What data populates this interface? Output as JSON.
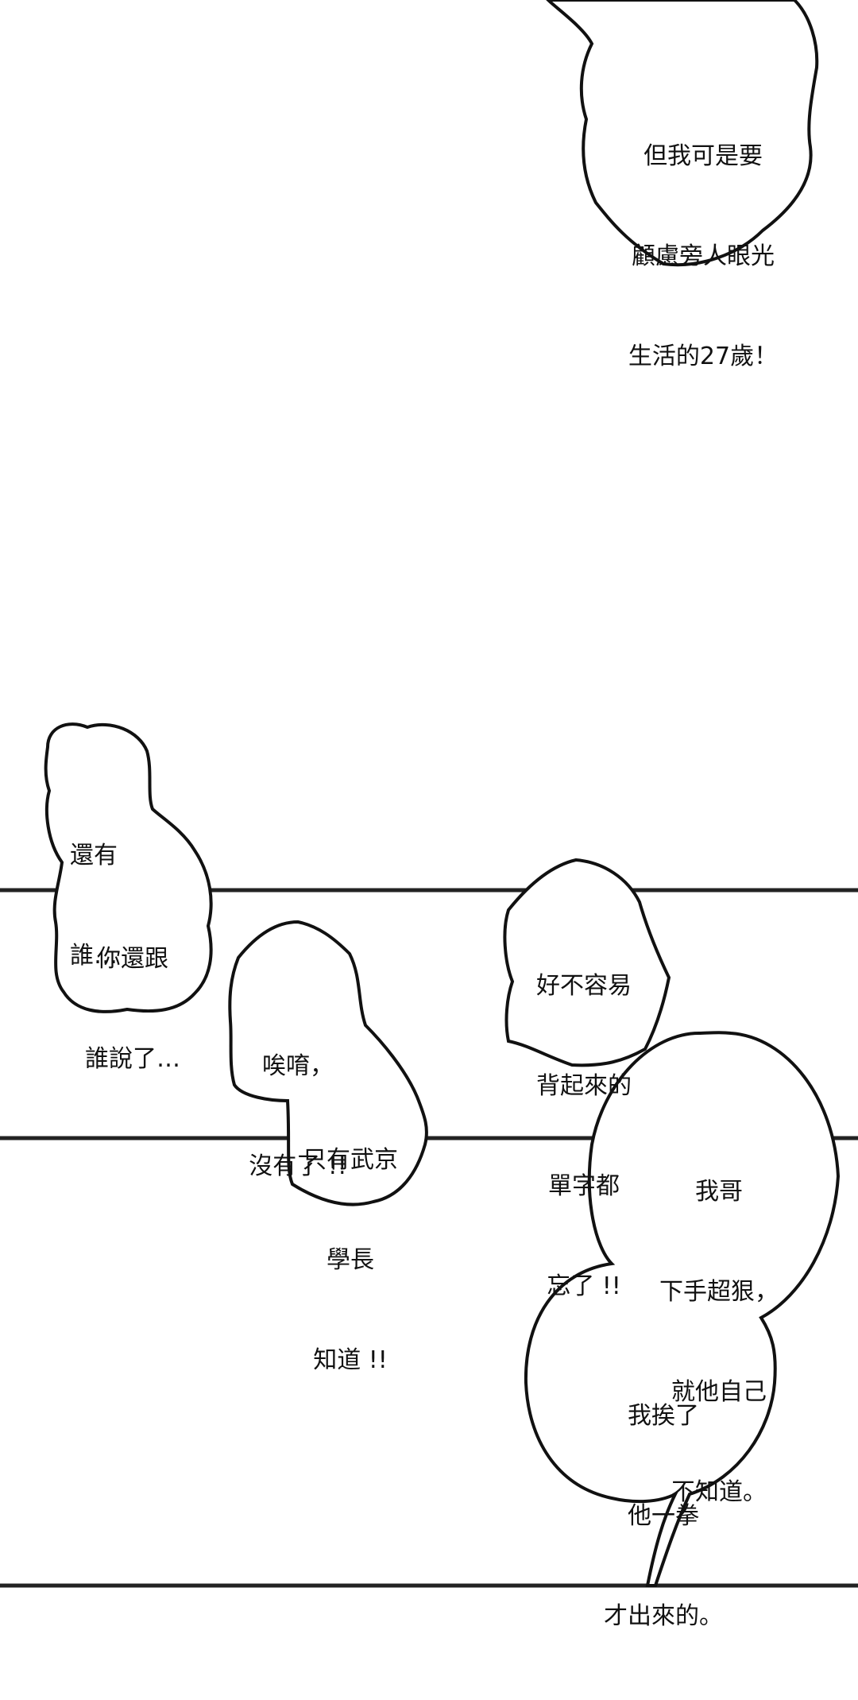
{
  "page": {
    "bubbles": [
      {
        "id": "top-right",
        "lines": [
          "但我可是要",
          "顧慮旁人眼光",
          "生活的27歲！"
        ]
      },
      {
        "id": "left-1",
        "lines": [
          "還有",
          "誰…"
        ]
      },
      {
        "id": "left-2",
        "lines": [
          "你還跟",
          "誰說了…"
        ]
      },
      {
        "id": "middle-1",
        "lines": [
          "唉唷，",
          "沒有了 !!"
        ]
      },
      {
        "id": "middle-2",
        "lines": [
          "只有武京",
          "學長",
          "知道 !!"
        ]
      },
      {
        "id": "right-1",
        "lines": [
          "好不容易",
          "背起來的",
          "單字都",
          "忘了 !!"
        ]
      },
      {
        "id": "right-2",
        "lines": [
          "我哥",
          "下手超狠，",
          "就他自己",
          "不知道。"
        ]
      },
      {
        "id": "right-3",
        "lines": [
          "我挨了",
          "他一拳",
          "才出來的。"
        ]
      }
    ]
  }
}
